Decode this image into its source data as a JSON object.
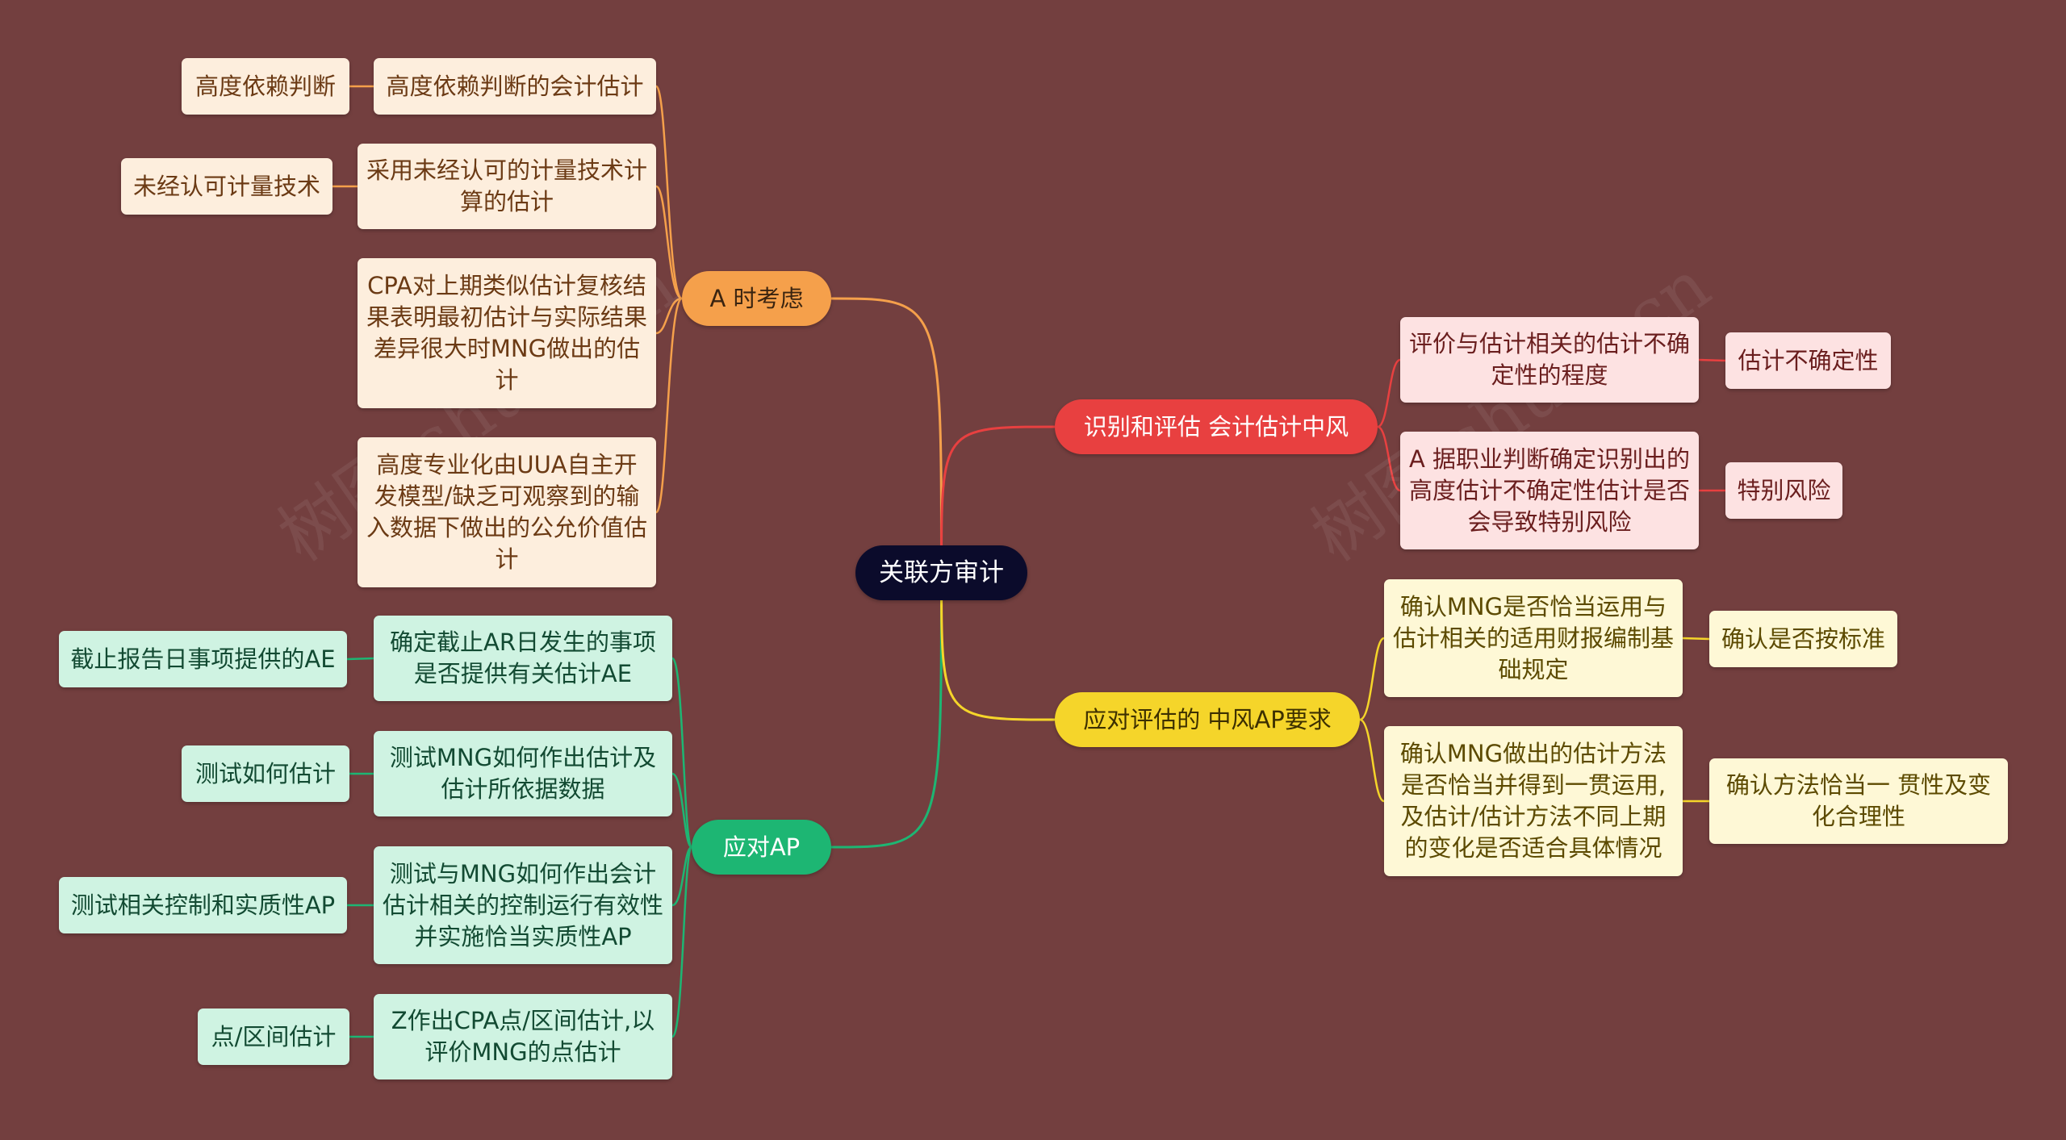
{
  "root": {
    "label": "关联方审计"
  },
  "branches": [
    {
      "id": "a",
      "label": "A 时考虑",
      "color": "#f5a04b",
      "children": [
        {
          "text": "高度依赖判断的会计估计",
          "leaf": "高度依赖判断"
        },
        {
          "text": "采用未经认可的计量技术计算的估计",
          "leaf": "未经认可计量技术"
        },
        {
          "text": "CPA对上期类似估计复核结果表明最初估计与实际结果差异很大时MNG做出的估计",
          "leaf": ""
        },
        {
          "text": "高度专业化由UUA自主开发模型/缺乏可观察到的输入数据下做出的公允价值估计",
          "leaf": ""
        }
      ]
    },
    {
      "id": "b",
      "label": "应对AP",
      "color": "#1db673",
      "children": [
        {
          "text": "确定截止AR日发生的事项是否提供有关估计AE",
          "leaf": "截止报告日事项提供的AE"
        },
        {
          "text": "测试MNG如何作出估计及估计所依据数据",
          "leaf": "测试如何估计"
        },
        {
          "text": "测试与MNG如何作出会计估计相关的控制运行有效性并实施恰当实质性AP",
          "leaf": "测试相关控制和实质性AP"
        },
        {
          "text": "Z作出CPA点/区间估计,以评价MNG的点估计",
          "leaf": "点/区间估计"
        }
      ]
    },
    {
      "id": "c",
      "label": "识别和评估 会计估计中风",
      "color": "#e84040",
      "children": [
        {
          "text": "评价与估计相关的估计不确定性的程度",
          "leaf": "估计不确定性"
        },
        {
          "text": "A 据职业判断确定识别出的高度估计不确定性估计是否会导致特别风险",
          "leaf": "特别风险"
        }
      ]
    },
    {
      "id": "d",
      "label": "应对评估的 中风AP要求",
      "color": "#f5d52a",
      "children": [
        {
          "text": "确认MNG是否恰当运用与估计相关的适用财报编制基础规定",
          "leaf": "确认是否按标准"
        },
        {
          "text": "确认MNG做出的估计方法是否恰当并得到一贯运用,及估计/估计方法不同上期的变化是否适合具体情况",
          "leaf": "确认方法恰当一 贯性及变化合理性"
        }
      ]
    }
  ],
  "watermark": "树图 shutu.cn"
}
